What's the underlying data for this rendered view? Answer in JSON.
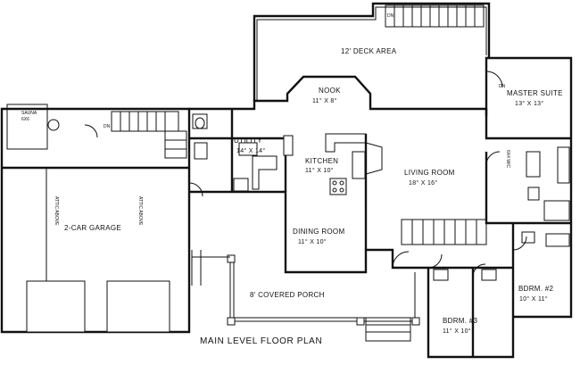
{
  "plan": {
    "title": "MAIN LEVEL FLOOR PLAN",
    "rooms": {
      "deck": {
        "name": "12' DECK AREA"
      },
      "nook": {
        "name": "NOOK",
        "dims": "11° X 8°"
      },
      "master": {
        "name": "MASTER SUITE",
        "dims": "13° X 13°"
      },
      "utility": {
        "name": "UTILITY",
        "dims": "14° X 14°"
      },
      "kitchen": {
        "name": "KITCHEN",
        "dims": "11° X 10°"
      },
      "living": {
        "name": "LIVING ROOM",
        "dims": "18° X 16°"
      },
      "garage": {
        "name": "2-CAR GARAGE"
      },
      "dining": {
        "name": "DINING ROOM",
        "dims": "11° X 10°"
      },
      "porch": {
        "name": "8' COVERED PORCH"
      },
      "bed2": {
        "name": "BDRM. #2",
        "dims": "10° X 11°"
      },
      "bed3": {
        "name": "BDRM. #3",
        "dims": "11° X 10°"
      },
      "sauna": {
        "name": "SAUNA",
        "dims": "6X6"
      },
      "wic": {
        "name": "6X4 W/C"
      }
    },
    "annotations": {
      "attic_left": "ATTIC ABOVE",
      "attic_right": "ATTIC ABOVE",
      "dn_top": "DN",
      "dn_garage": "DN",
      "dn_master": "DN"
    }
  }
}
